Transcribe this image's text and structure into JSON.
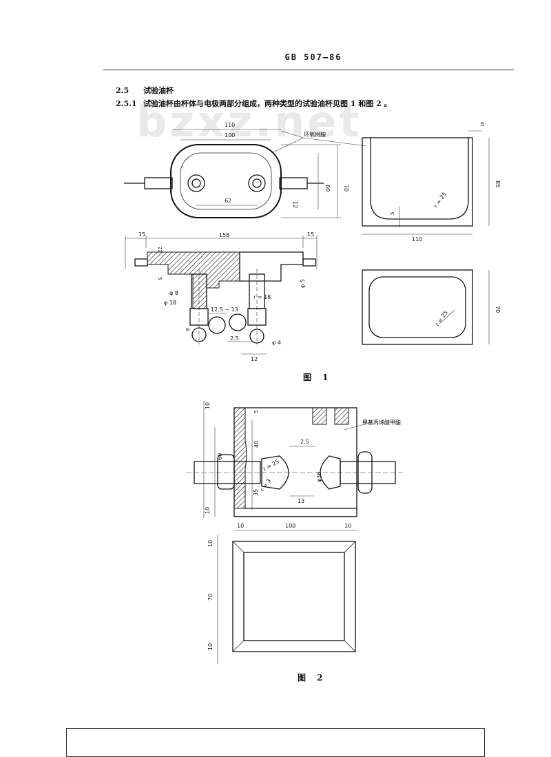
{
  "header": {
    "standard_code": "GB 507—86"
  },
  "section": {
    "number": "2.5",
    "title": "试验油杯",
    "sub_number": "2.5.1",
    "paragraph": "试验油杯由杯体与电极两部分组成，两种类型的试验油杯见图 1 和图 2 。"
  },
  "watermark": "bzxz.net",
  "figure1": {
    "caption": "图 1",
    "labels": {
      "resin": "环氧树脂",
      "w110": "110",
      "w100": "100",
      "d62": "62",
      "h60": "60",
      "h70": "70",
      "s12": "12",
      "len158": "158",
      "l15a": "15",
      "l15b": "15",
      "t22": "22",
      "t5": "5",
      "phi8": "φ 8",
      "phi18": "φ 18",
      "gap": "12.5 ~ 13",
      "r18": "r = 18",
      "phi5": "φ 5",
      "d8": "8",
      "g25": "2.5",
      "phi4": "φ 4",
      "b12": "12",
      "side5": "5",
      "side85": "85",
      "side_r": "r = 25",
      "side_h5": "5",
      "side110": "110",
      "bot70": "70",
      "bot_r": "r = 25"
    }
  },
  "figure2": {
    "caption": "图 2",
    "labels": {
      "material": "甲基丙烯酸甲酯",
      "v10a": "10",
      "v5": "5",
      "v40": "40",
      "v60": "60",
      "v35": "35",
      "v10b": "10",
      "g25": "2.5",
      "r25": "r = 25",
      "r3": "r = 3",
      "phi36": "φ36",
      "w13": "13",
      "b10a": "10",
      "b100": "100",
      "b10b": "10",
      "p10a": "10",
      "p70": "70",
      "p10b": "10"
    }
  }
}
